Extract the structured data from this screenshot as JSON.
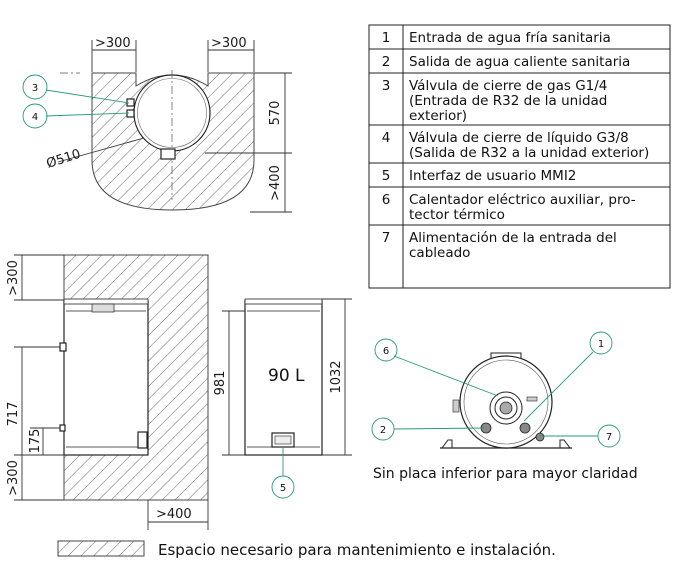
{
  "dimensions": {
    "top_left": ">300",
    "top_right": ">300",
    "depth": "570",
    "front": ">400",
    "diameter": "Ø510",
    "side_top": ">300",
    "side_height": "717",
    "side_bottom_gap": "175",
    "side_bottom": ">300",
    "side_front": ">400",
    "body_height": "981",
    "total_height": "1032"
  },
  "tank_label": "90  L",
  "legend": [
    {
      "num": "1",
      "lines": [
        "Entrada de agua fría sanitaria"
      ]
    },
    {
      "num": "2",
      "lines": [
        "Salida de agua caliente sanitaria"
      ]
    },
    {
      "num": "3",
      "lines": [
        "Válvula de cierre de gas G1/4",
        "(Entrada de R32 de la unidad",
        "exterior)"
      ]
    },
    {
      "num": "4",
      "lines": [
        "Válvula de cierre de líquido G3/8",
        "(Salida de R32 a la unidad exterior)"
      ]
    },
    {
      "num": "5",
      "lines": [
        "Interfaz de usuario MMI2"
      ]
    },
    {
      "num": "6",
      "lines": [
        "Calentador eléctrico auxiliar, pro-",
        "tector térmico"
      ]
    },
    {
      "num": "7",
      "lines": [
        "Alimentación de la entrada del",
        "cableado"
      ]
    }
  ],
  "callouts": {
    "c1": "1",
    "c2": "2",
    "c3": "3",
    "c4": "4",
    "c5": "5",
    "c6": "6",
    "c7": "7"
  },
  "bottom_view_caption": "Sin placa inferior para mayor claridad",
  "hatch_legend": "Espacio necesario para mantenimiento e instalación."
}
